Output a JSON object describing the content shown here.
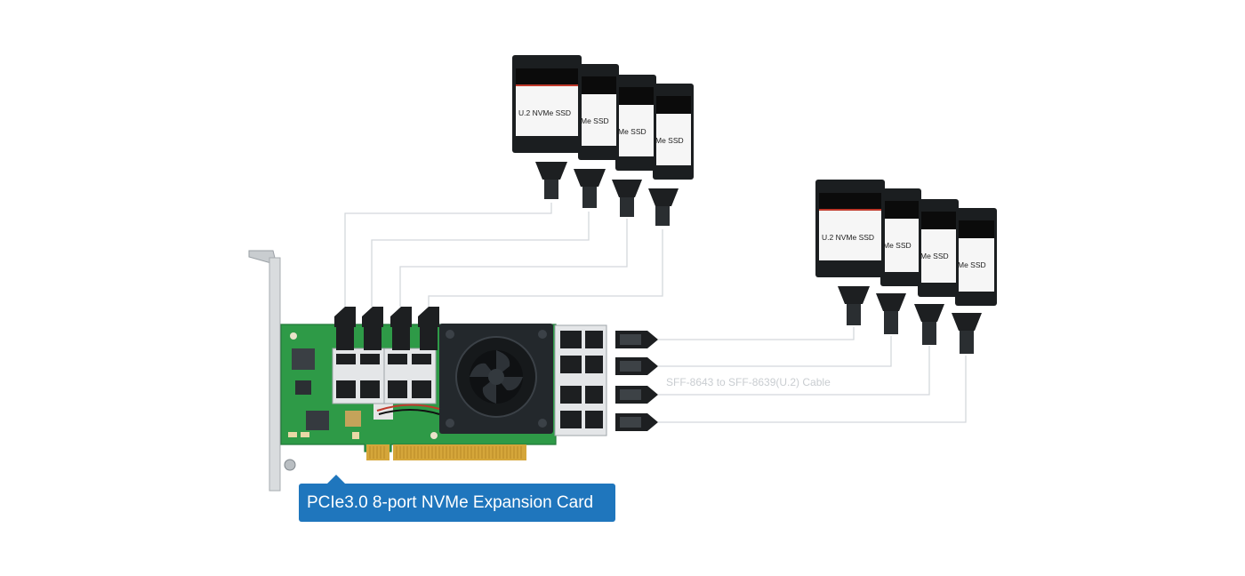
{
  "product_label": "PCIe3.0 8-port NVMe Expansion Card",
  "cable_label": "SFF-8643 to SFF-8639(U.2) Cable",
  "ssd_group_top": {
    "drives": [
      {
        "label": "U.2 NVMe SSD"
      },
      {
        "label": "Me SSD"
      },
      {
        "label": "Me SSD"
      },
      {
        "label": "Me SSD"
      }
    ]
  },
  "ssd_group_right": {
    "drives": [
      {
        "label": "U.2 NVMe SSD"
      },
      {
        "label": "Me SSD"
      },
      {
        "label": "Me SSD"
      },
      {
        "label": "Me SSD"
      }
    ]
  },
  "colors": {
    "pcb": "#2e9a47",
    "heatsink": "#23282c",
    "callout": "#1f76bd",
    "cable_line": "#d4d8dc",
    "ssd_body": "#1b1e20"
  },
  "icons": [
    "ssd-drive-icon",
    "u2-connector-icon",
    "sff8643-plug-icon",
    "fan-icon"
  ]
}
